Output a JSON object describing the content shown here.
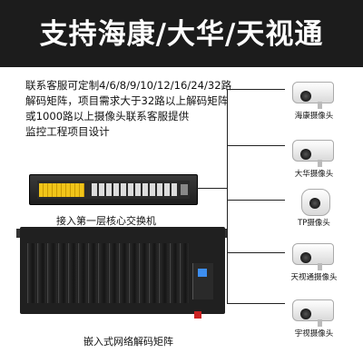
{
  "banner": {
    "title": "支持海康/大华/天视通"
  },
  "description": {
    "lines": [
      "联系客服可定制4/6/8/9/10/12/16/24/32路",
      "解码矩阵，项目需求大于32路以上解码矩阵",
      "或1000路以上摄像头联系客服提供",
      "监控工程项目设计"
    ]
  },
  "switch": {
    "caption": "接入第一层核心交换机"
  },
  "chassis": {
    "caption": "嵌入式网络解码矩阵"
  },
  "cameras": [
    {
      "label": "海康摄像头",
      "icon": "bullet-camera-icon"
    },
    {
      "label": "大华摄像头",
      "icon": "bullet-camera-icon"
    },
    {
      "label": "TP摄像头",
      "icon": "dome-camera-icon"
    },
    {
      "label": "天视通摄像头",
      "icon": "bullet-camera-icon"
    },
    {
      "label": "宇视摄像头",
      "icon": "bullet-camera-icon"
    }
  ],
  "colors": {
    "banner": "#1c1c1c",
    "switch_accent": "#f0c419",
    "lan_port": "#3d8ef0"
  }
}
